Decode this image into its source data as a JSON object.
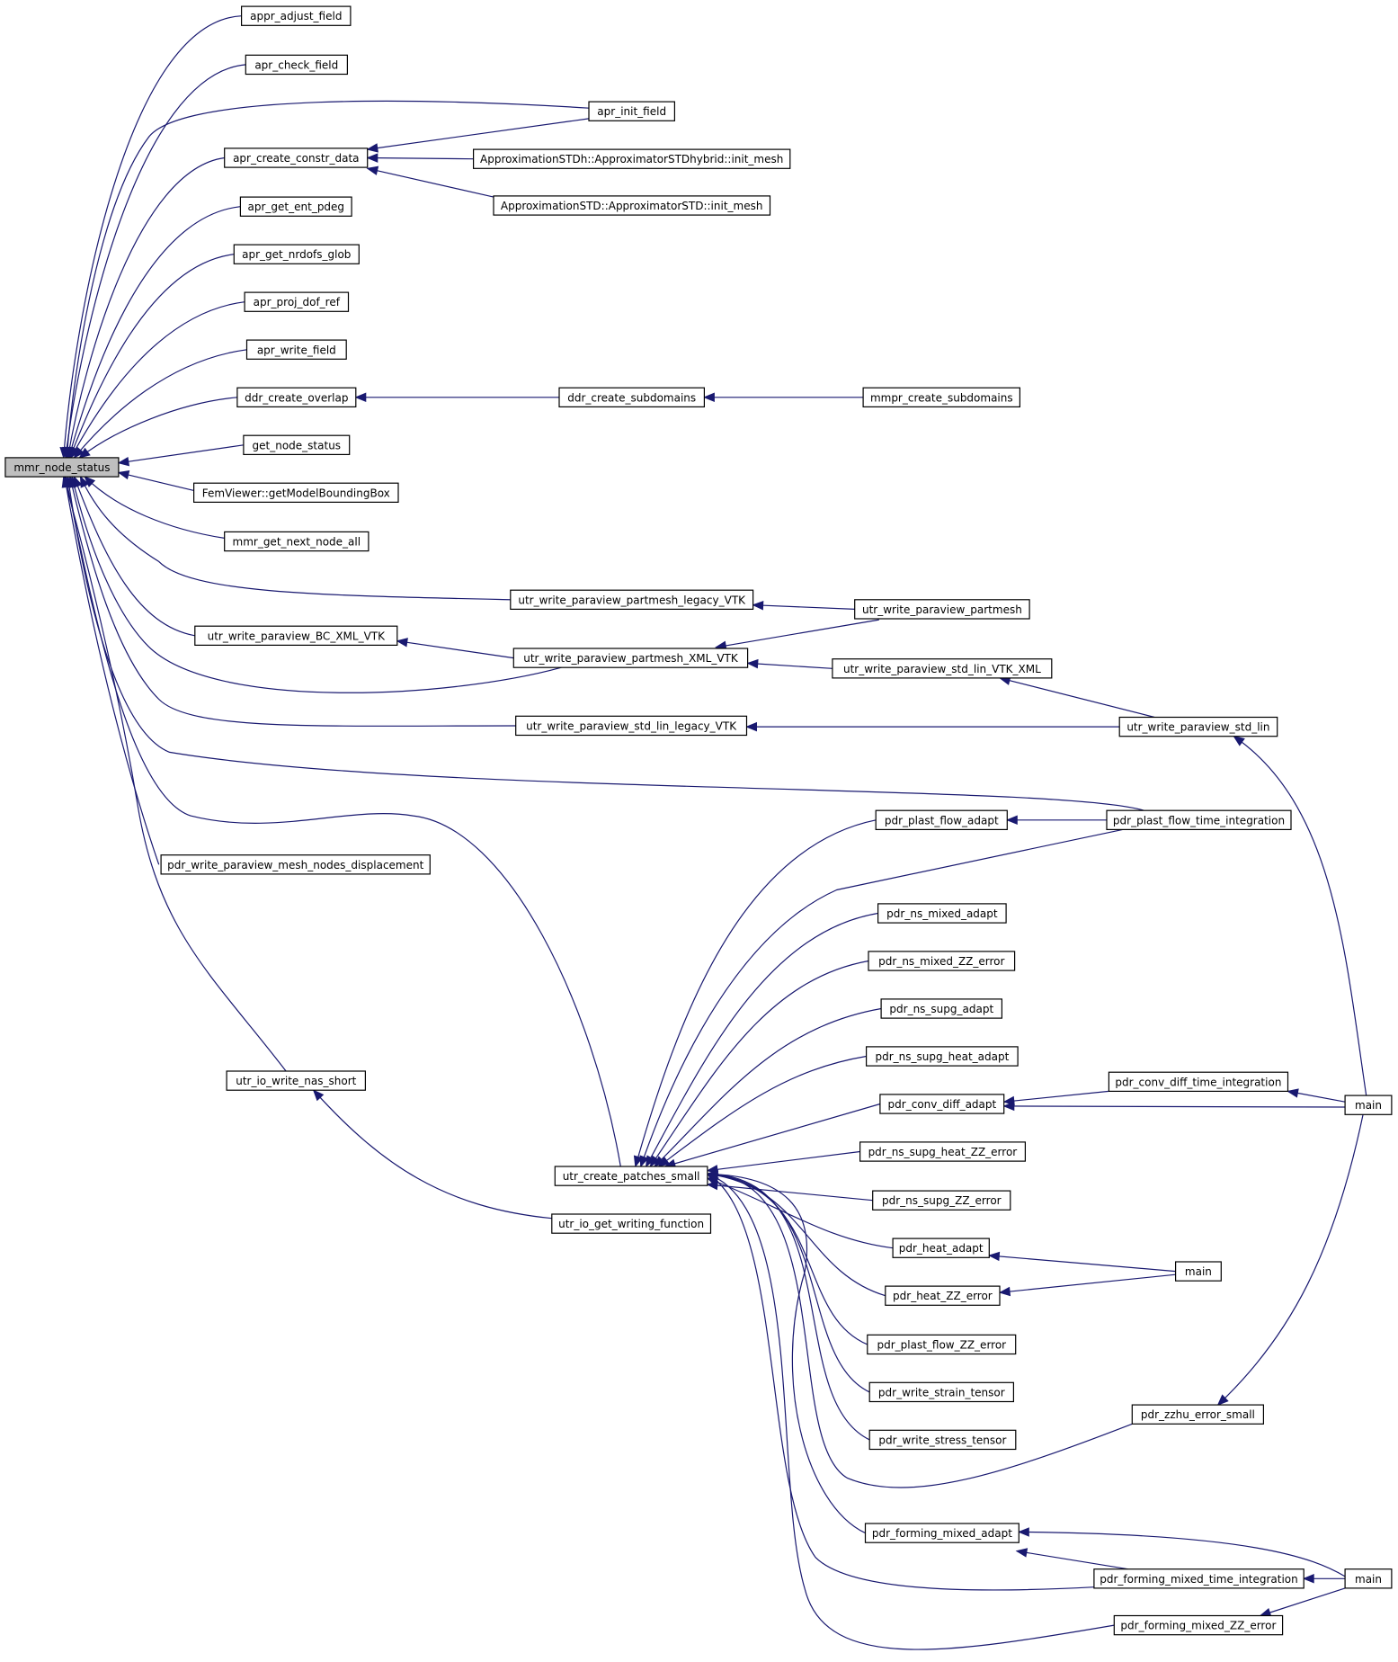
{
  "colors": {
    "edge": "#191970",
    "focus_fill": "#bfbfbf",
    "node_fill": "#ffffff",
    "node_border": "#000000",
    "truncated_border": "#ff0000"
  },
  "nodes": [
    {
      "id": "mmr_node_status",
      "label": "mmr_node_status",
      "style": "focus"
    },
    {
      "id": "appr_adjust_field",
      "label": "appr_adjust_field",
      "style": "normal"
    },
    {
      "id": "apr_check_field",
      "label": "apr_check_field",
      "style": "normal"
    },
    {
      "id": "apr_init_field",
      "label": "apr_init_field",
      "style": "normal"
    },
    {
      "id": "apr_create_constr_data",
      "label": "apr_create_constr_data",
      "style": "normal"
    },
    {
      "id": "approxstdh_init_mesh",
      "label": "ApproximationSTDh::ApproximatorSTDhybrid::init_mesh",
      "style": "normal"
    },
    {
      "id": "approxstd_init_mesh",
      "label": "ApproximationSTD::ApproximatorSTD::init_mesh",
      "style": "normal"
    },
    {
      "id": "apr_get_ent_pdeg",
      "label": "apr_get_ent_pdeg",
      "style": "normal"
    },
    {
      "id": "apr_get_nrdofs_glob",
      "label": "apr_get_nrdofs_glob",
      "style": "normal"
    },
    {
      "id": "apr_proj_dof_ref",
      "label": "apr_proj_dof_ref",
      "style": "normal"
    },
    {
      "id": "apr_write_field",
      "label": "apr_write_field",
      "style": "normal"
    },
    {
      "id": "ddr_create_overlap",
      "label": "ddr_create_overlap",
      "style": "normal"
    },
    {
      "id": "ddr_create_subdomains",
      "label": "ddr_create_subdomains",
      "style": "normal"
    },
    {
      "id": "mmpr_create_subdomains",
      "label": "mmpr_create_subdomains",
      "style": "truncated"
    },
    {
      "id": "get_node_status",
      "label": "get_node_status",
      "style": "normal"
    },
    {
      "id": "femviewer_bbox",
      "label": "FemViewer::getModelBoundingBox",
      "style": "normal"
    },
    {
      "id": "mmr_get_next_node_all",
      "label": "mmr_get_next_node_all",
      "style": "normal"
    },
    {
      "id": "utr_wp_partmesh_legacy",
      "label": "utr_write_paraview_partmesh_legacy_VTK",
      "style": "normal"
    },
    {
      "id": "utr_wp_partmesh",
      "label": "utr_write_paraview_partmesh",
      "style": "truncated"
    },
    {
      "id": "utr_wp_bc_xml",
      "label": "utr_write_paraview_BC_XML_VTK",
      "style": "normal"
    },
    {
      "id": "utr_wp_partmesh_xml",
      "label": "utr_write_paraview_partmesh_XML_VTK",
      "style": "normal"
    },
    {
      "id": "utr_wp_std_lin_xml",
      "label": "utr_write_paraview_std_lin_VTK_XML",
      "style": "normal"
    },
    {
      "id": "utr_wp_std_lin_legacy",
      "label": "utr_write_paraview_std_lin_legacy_VTK",
      "style": "normal"
    },
    {
      "id": "utr_wp_std_lin",
      "label": "utr_write_paraview_std_lin",
      "style": "normal"
    },
    {
      "id": "pdr_plast_flow_adapt",
      "label": "pdr_plast_flow_adapt",
      "style": "truncated"
    },
    {
      "id": "pdr_plast_flow_time",
      "label": "pdr_plast_flow_time_integration",
      "style": "normal"
    },
    {
      "id": "pdr_wp_mesh_nodes_disp",
      "label": "pdr_write_paraview_mesh_nodes_displacement",
      "style": "normal"
    },
    {
      "id": "pdr_ns_mixed_adapt",
      "label": "pdr_ns_mixed_adapt",
      "style": "truncated"
    },
    {
      "id": "pdr_ns_mixed_zz",
      "label": "pdr_ns_mixed_ZZ_error",
      "style": "truncated"
    },
    {
      "id": "pdr_ns_supg_adapt",
      "label": "pdr_ns_supg_adapt",
      "style": "truncated"
    },
    {
      "id": "pdr_ns_supg_heat_adapt",
      "label": "pdr_ns_supg_heat_adapt",
      "style": "truncated"
    },
    {
      "id": "utr_io_write_nas_short",
      "label": "utr_io_write_nas_short",
      "style": "normal"
    },
    {
      "id": "pdr_conv_diff_adapt",
      "label": "pdr_conv_diff_adapt",
      "style": "normal"
    },
    {
      "id": "pdr_conv_diff_time",
      "label": "pdr_conv_diff_time_integration",
      "style": "normal"
    },
    {
      "id": "main_a",
      "label": "main",
      "style": "normal"
    },
    {
      "id": "utr_create_patches_small",
      "label": "utr_create_patches_small",
      "style": "normal"
    },
    {
      "id": "pdr_ns_supg_heat_zz",
      "label": "pdr_ns_supg_heat_ZZ_error",
      "style": "truncated"
    },
    {
      "id": "pdr_ns_supg_zz",
      "label": "pdr_ns_supg_ZZ_error",
      "style": "truncated"
    },
    {
      "id": "utr_io_get_writing_function",
      "label": "utr_io_get_writing_function",
      "style": "truncated"
    },
    {
      "id": "pdr_heat_adapt",
      "label": "pdr_heat_adapt",
      "style": "truncated"
    },
    {
      "id": "main_b",
      "label": "main",
      "style": "normal"
    },
    {
      "id": "pdr_heat_zz",
      "label": "pdr_heat_ZZ_error",
      "style": "normal"
    },
    {
      "id": "pdr_plast_flow_zz",
      "label": "pdr_plast_flow_ZZ_error",
      "style": "truncated"
    },
    {
      "id": "pdr_write_strain_tensor",
      "label": "pdr_write_strain_tensor",
      "style": "normal"
    },
    {
      "id": "pdr_zzhu_error_small",
      "label": "pdr_zzhu_error_small",
      "style": "normal"
    },
    {
      "id": "pdr_write_stress_tensor",
      "label": "pdr_write_stress_tensor",
      "style": "normal"
    },
    {
      "id": "pdr_forming_mixed_adapt",
      "label": "pdr_forming_mixed_adapt",
      "style": "normal"
    },
    {
      "id": "pdr_forming_mixed_time",
      "label": "pdr_forming_mixed_time_integration",
      "style": "normal"
    },
    {
      "id": "main_c",
      "label": "main",
      "style": "normal"
    },
    {
      "id": "pdr_forming_mixed_zz",
      "label": "pdr_forming_mixed_ZZ_error",
      "style": "normal"
    }
  ],
  "edges": [
    {
      "from": "appr_adjust_field",
      "to": "mmr_node_status"
    },
    {
      "from": "apr_check_field",
      "to": "mmr_node_status"
    },
    {
      "from": "apr_init_field",
      "to": "mmr_node_status"
    },
    {
      "from": "apr_create_constr_data",
      "to": "mmr_node_status"
    },
    {
      "from": "apr_init_field",
      "to": "apr_create_constr_data"
    },
    {
      "from": "approxstdh_init_mesh",
      "to": "apr_create_constr_data"
    },
    {
      "from": "approxstd_init_mesh",
      "to": "apr_create_constr_data"
    },
    {
      "from": "apr_get_ent_pdeg",
      "to": "mmr_node_status"
    },
    {
      "from": "apr_get_nrdofs_glob",
      "to": "mmr_node_status"
    },
    {
      "from": "apr_proj_dof_ref",
      "to": "mmr_node_status"
    },
    {
      "from": "apr_write_field",
      "to": "mmr_node_status"
    },
    {
      "from": "ddr_create_overlap",
      "to": "mmr_node_status"
    },
    {
      "from": "ddr_create_subdomains",
      "to": "ddr_create_overlap"
    },
    {
      "from": "mmpr_create_subdomains",
      "to": "ddr_create_subdomains"
    },
    {
      "from": "get_node_status",
      "to": "mmr_node_status"
    },
    {
      "from": "femviewer_bbox",
      "to": "mmr_node_status"
    },
    {
      "from": "mmr_get_next_node_all",
      "to": "mmr_node_status"
    },
    {
      "from": "utr_wp_partmesh_legacy",
      "to": "mmr_node_status"
    },
    {
      "from": "utr_wp_partmesh",
      "to": "utr_wp_partmesh_legacy"
    },
    {
      "from": "utr_wp_bc_xml",
      "to": "mmr_node_status"
    },
    {
      "from": "utr_wp_partmesh_xml",
      "to": "utr_wp_bc_xml"
    },
    {
      "from": "utr_wp_partmesh_xml",
      "to": "mmr_node_status"
    },
    {
      "from": "utr_wp_partmesh",
      "to": "utr_wp_partmesh_xml"
    },
    {
      "from": "utr_wp_std_lin_xml",
      "to": "utr_wp_partmesh_xml"
    },
    {
      "from": "utr_wp_std_lin",
      "to": "utr_wp_std_lin_xml"
    },
    {
      "from": "utr_wp_std_lin_legacy",
      "to": "mmr_node_status"
    },
    {
      "from": "utr_wp_std_lin",
      "to": "utr_wp_std_lin_legacy"
    },
    {
      "from": "main_a",
      "to": "utr_wp_std_lin"
    },
    {
      "from": "pdr_plast_flow_time",
      "to": "mmr_node_status"
    },
    {
      "from": "pdr_plast_flow_time",
      "to": "pdr_plast_flow_adapt"
    },
    {
      "from": "utr_create_patches_small",
      "to": "mmr_node_status"
    },
    {
      "from": "pdr_wp_mesh_nodes_disp",
      "to": "mmr_node_status"
    },
    {
      "from": "utr_io_write_nas_short",
      "to": "mmr_node_status"
    },
    {
      "from": "utr_io_get_writing_function",
      "to": "utr_io_write_nas_short"
    },
    {
      "from": "pdr_plast_flow_adapt",
      "to": "utr_create_patches_small"
    },
    {
      "from": "pdr_plast_flow_time",
      "to": "utr_create_patches_small"
    },
    {
      "from": "pdr_ns_mixed_adapt",
      "to": "utr_create_patches_small"
    },
    {
      "from": "pdr_ns_mixed_zz",
      "to": "utr_create_patches_small"
    },
    {
      "from": "pdr_ns_supg_adapt",
      "to": "utr_create_patches_small"
    },
    {
      "from": "pdr_ns_supg_heat_adapt",
      "to": "utr_create_patches_small"
    },
    {
      "from": "pdr_conv_diff_adapt",
      "to": "utr_create_patches_small"
    },
    {
      "from": "pdr_conv_diff_time",
      "to": "pdr_conv_diff_adapt"
    },
    {
      "from": "main_a",
      "to": "pdr_conv_diff_adapt"
    },
    {
      "from": "main_a",
      "to": "pdr_conv_diff_time"
    },
    {
      "from": "pdr_ns_supg_heat_zz",
      "to": "utr_create_patches_small"
    },
    {
      "from": "pdr_ns_supg_zz",
      "to": "utr_create_patches_small"
    },
    {
      "from": "pdr_heat_adapt",
      "to": "utr_create_patches_small"
    },
    {
      "from": "main_b",
      "to": "pdr_heat_adapt"
    },
    {
      "from": "pdr_heat_zz",
      "to": "utr_create_patches_small"
    },
    {
      "from": "main_b",
      "to": "pdr_heat_zz"
    },
    {
      "from": "pdr_plast_flow_zz",
      "to": "utr_create_patches_small"
    },
    {
      "from": "pdr_write_strain_tensor",
      "to": "utr_create_patches_small"
    },
    {
      "from": "pdr_write_stress_tensor",
      "to": "utr_create_patches_small"
    },
    {
      "from": "pdr_zzhu_error_small",
      "to": "utr_create_patches_small"
    },
    {
      "from": "main_a",
      "to": "pdr_zzhu_error_small"
    },
    {
      "from": "pdr_forming_mixed_adapt",
      "to": "utr_create_patches_small"
    },
    {
      "from": "pdr_forming_mixed_time",
      "to": "utr_create_patches_small"
    },
    {
      "from": "pdr_forming_mixed_time",
      "to": "pdr_forming_mixed_adapt"
    },
    {
      "from": "main_c",
      "to": "pdr_forming_mixed_adapt"
    },
    {
      "from": "main_c",
      "to": "pdr_forming_mixed_time"
    },
    {
      "from": "pdr_forming_mixed_zz",
      "to": "utr_create_patches_small"
    },
    {
      "from": "main_c",
      "to": "pdr_forming_mixed_zz"
    }
  ]
}
